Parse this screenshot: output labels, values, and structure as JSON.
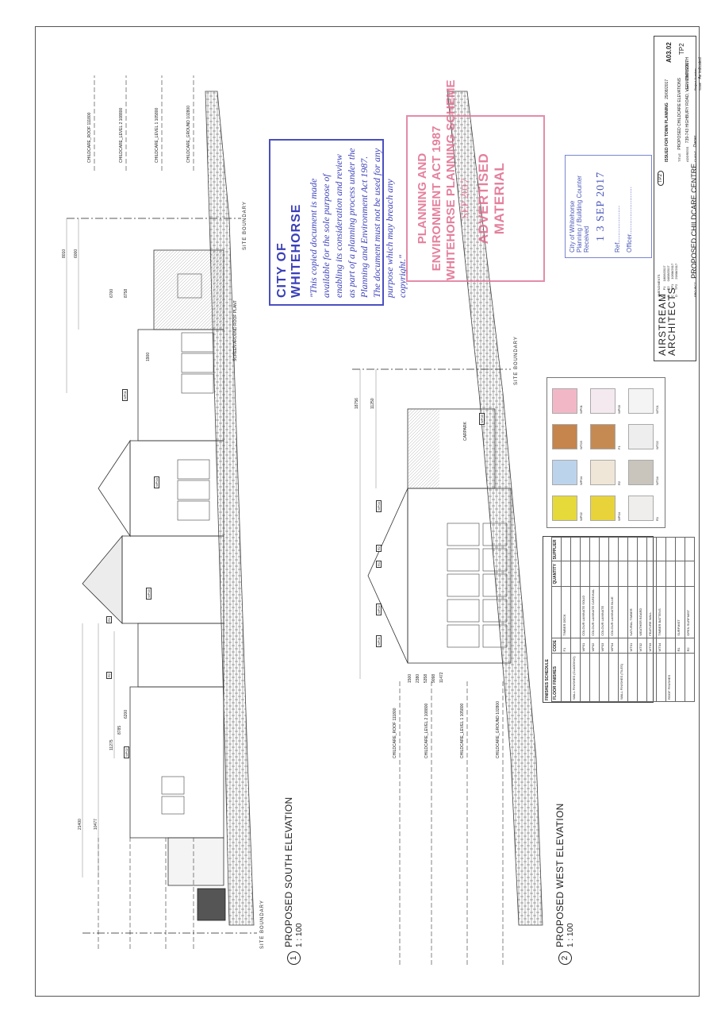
{
  "south_elevation": {
    "number": "1",
    "title": "PROPOSED SOUTH ELEVATION",
    "scale": "1 : 100",
    "levels": [
      {
        "name": "CHILDCARE_ROOF",
        "value": "111800"
      },
      {
        "name": "CHILDCARE_LEVEL 2",
        "value": "108800"
      },
      {
        "name": "CHILDCARE_LEVEL 1",
        "value": "105800"
      },
      {
        "name": "CHILDCARE_GROUND",
        "value": "102800"
      }
    ],
    "site_boundary": "SITE BOUNDARY",
    "dims": [
      "8010",
      "6000",
      "6700",
      "8758",
      "21400",
      "10477",
      "11275",
      "8785",
      "6200",
      "1900"
    ],
    "note": "SCREEN AROUND ROOF PLANT",
    "tags": [
      "WP02",
      "WP03",
      "WP04",
      "R1",
      "R2",
      "WP01"
    ]
  },
  "west_elevation": {
    "number": "2",
    "title": "PROPOSED WEST ELEVATION",
    "scale": "1 : 100",
    "levels": [
      {
        "name": "CHILDCARE_ROOF",
        "value": "111800"
      },
      {
        "name": "CHILDCARE_LEVEL 2",
        "value": "108800"
      },
      {
        "name": "CHILDCARE_LEVEL 1",
        "value": "105800"
      },
      {
        "name": "CHILDCARE_GROUND",
        "value": "102800"
      }
    ],
    "site_boundary": "SITE BOUNDARY",
    "dims": [
      "18756",
      "11250",
      "1500",
      "2380",
      "5358",
      "9098",
      "11472"
    ],
    "note": "CARPARK",
    "tags": [
      "WP02",
      "R1",
      "R2",
      "WP04",
      "WP01",
      "WP03"
    ]
  },
  "stamps": {
    "whitehorse": {
      "heading": "CITY OF WHITEHORSE",
      "body": "\"This copied document is made available for the sole purpose of enabling its consideration and review as part of a planning process under the Planning and Environment Act 1987. The document must not be used for any purpose which may breach any copyright.\""
    },
    "advertised": {
      "line1": "PLANNING AND",
      "line2": "ENVIRONMENT ACT 1987",
      "line3": "WHITEHORSE PLANNING SCHEME",
      "date": "SEP 2017",
      "heading": "ADVERTISED MATERIAL"
    },
    "received": {
      "line1": "City of Whitehorse",
      "line2": "Planning / Building Counter",
      "line3": "Received",
      "date": "1 3 SEP 2017",
      "ref": "Ref.....................",
      "officer": "Officer..........................."
    }
  },
  "finishes_schedule": {
    "title": "FINISHES SCHEDULE",
    "headers": [
      "FLOOR FINISHES",
      "CODE",
      "",
      "QUANTITY",
      "SUPPLIER"
    ],
    "rows": [
      [
        "",
        "F1",
        "TIMBER DECK",
        "",
        ""
      ],
      [
        "WALL FINISHES (CLADDING)",
        "",
        "",
        "",
        ""
      ],
      [
        "",
        "WP01",
        "COLOUR LAMINATE SOLID",
        "",
        ""
      ],
      [
        "",
        "WP02",
        "COLOUR LAMINATE CARDINAL",
        "",
        ""
      ],
      [
        "",
        "WP03",
        "COLOUR LAMINATE",
        "",
        ""
      ],
      [
        "",
        "WP04",
        "COLOUR LAMINATE BLUE",
        "",
        ""
      ],
      [
        "WALL FINISHES (TILES)",
        "",
        "",
        "",
        ""
      ],
      [
        "",
        "WT01",
        "NATURAL TIMBER",
        "",
        ""
      ],
      [
        "",
        "WT02",
        "WEATHER BOARD",
        "",
        ""
      ],
      [
        "",
        "WT03",
        "FEATURE WALL",
        "",
        ""
      ],
      [
        "",
        "WT04",
        "TIMBER BATTENS",
        "",
        ""
      ],
      [
        "ROOF FINISHES",
        "",
        "",
        "",
        ""
      ],
      [
        "",
        "R1",
        "SURFMIST",
        "",
        ""
      ],
      [
        "",
        "R2",
        "OPEN SURFMIST",
        "",
        ""
      ]
    ]
  },
  "swatch_labels": [
    "WP02",
    "WP04",
    "WT03",
    "WP01",
    "WP04",
    "R2",
    "F1",
    "WP03",
    "R1",
    "WT04",
    "WT02",
    "WT01"
  ],
  "swatch_colors": [
    "#e6d93a",
    "#bcd3ec",
    "#c5854d",
    "#f2b7c7",
    "#e8d43a",
    "#efe6d8",
    "#c58a52",
    "#f3e9ee",
    "#f0eded",
    "#c9c4bc",
    "#eeeeee",
    "#f4f4f4"
  ],
  "title_block": {
    "firm_line1": "AIRSTREAM",
    "firm_line2": "ARCHITECTS",
    "project_label": "PROJECT",
    "project": "PROPOSED CHILDCARE CENTRE",
    "issue_status": "ISSUED FOR TOWN PLANNING",
    "issue_date": "29/08/2017",
    "drawing_title_label": "TITLE",
    "drawing_title": "PROPOSED CHILDCARE ELEVATIONS",
    "address_label": "ADDRESS",
    "address": "739-743 HIGHBURY ROAD, VERMONT SOUTH",
    "client_label": "CLIENT",
    "owner": "Owner",
    "revision": "TP2",
    "project_number_label": "Project Number",
    "scale_label": "Scale",
    "scale": "As indicated",
    "date_label": "Date",
    "date": "29/08/2017",
    "sheet": "A03.02",
    "rev_code": "TP2",
    "amendments_label": "AMENDMENTS",
    "amendments": [
      {
        "no": "A",
        "desc": "P1",
        "date": "18/06/2017"
      },
      {
        "no": "B",
        "desc": "P2",
        "date": "04/08/2017"
      },
      {
        "no": "C",
        "desc": "TP1",
        "date": "10/08/2017"
      },
      {
        "no": "D",
        "desc": "TP2",
        "date": "29/08/2017"
      }
    ]
  }
}
